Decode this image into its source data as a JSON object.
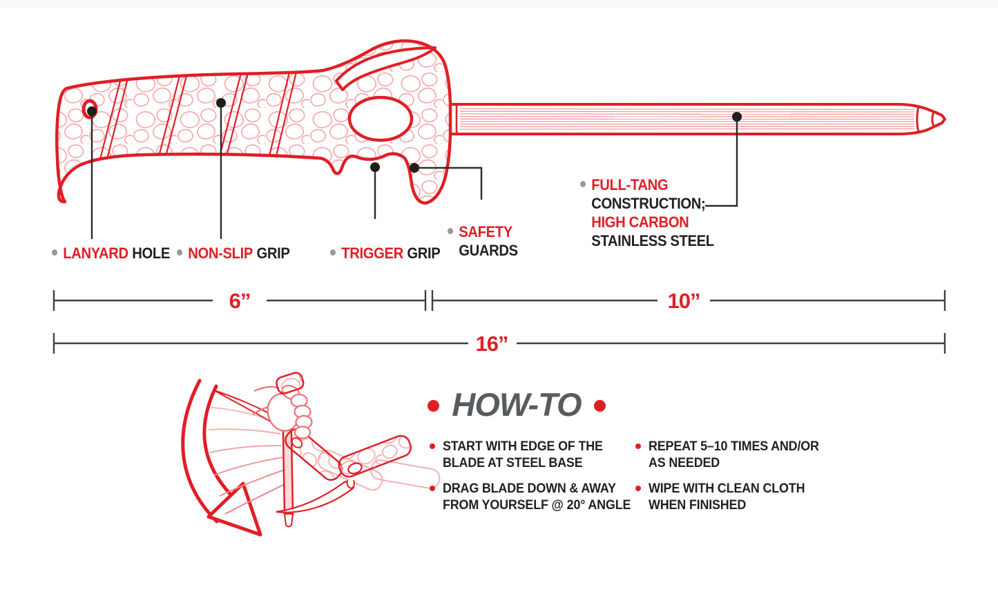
{
  "colors": {
    "red": "#e11e26",
    "dark_text": "#231f20",
    "gray_bullet": "#97999b",
    "howto_gray": "#595c5e",
    "light_red_texture": "#f4a7a9"
  },
  "parts": {
    "lanyard": {
      "highlight": "LANYARD",
      "rest": "HOLE"
    },
    "non_slip": {
      "highlight": "NON-SLIP",
      "rest": "GRIP"
    },
    "trigger": {
      "highlight": "TRIGGER",
      "rest": "GRIP"
    },
    "safety": {
      "highlight": "SAFETY",
      "rest": "GUARDS"
    },
    "full_tang": {
      "line1": "FULL-TANG",
      "line2": "CONSTRUCTION;",
      "line3": "HIGH CARBON",
      "line4": "STAINLESS STEEL"
    }
  },
  "dimensions": {
    "handle_length": "6”",
    "steel_length": "10”",
    "overall_length": "16”"
  },
  "how_to": {
    "title": "HOW-TO",
    "steps": [
      {
        "line1": "START WITH EDGE OF THE",
        "line2": "BLADE AT STEEL BASE"
      },
      {
        "line1": "DRAG BLADE DOWN & AWAY",
        "line2": "FROM YOURSELF @ 20° ANGLE"
      },
      {
        "line1": "REPEAT 5–10 TIMES AND/OR",
        "line2": "AS NEEDED"
      },
      {
        "line1": "WIPE WITH CLEAN CLOTH",
        "line2": "WHEN FINISHED"
      }
    ]
  }
}
